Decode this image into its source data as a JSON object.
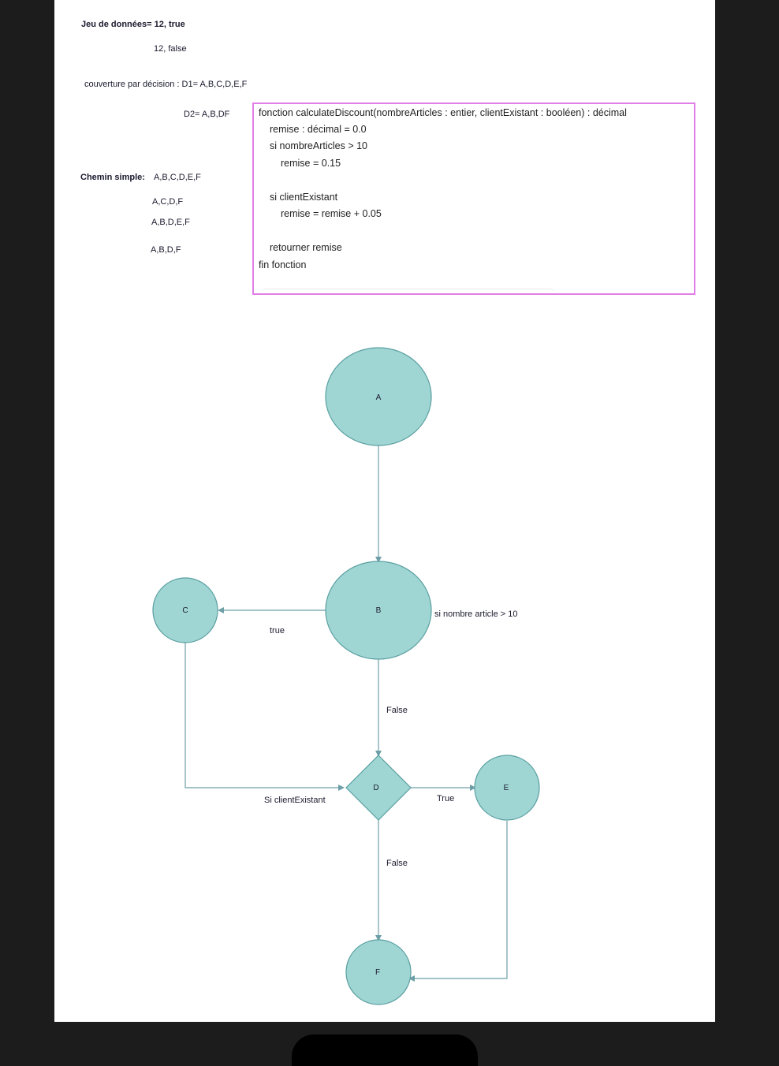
{
  "notes": {
    "dataset_label": "Jeu de données= 12, true",
    "dataset_second": "12, false",
    "decision_coverage_d1": "couverture par décision : D1= A,B,C,D,E,F",
    "decision_coverage_d2": "D2= A,B,DF",
    "simple_path_label": "Chemin simple:",
    "simple_paths": [
      "A,B,C,D,E,F",
      "A,C,D,F",
      "A,B,D,E,F",
      "A,B,D,F"
    ]
  },
  "code": {
    "lines": [
      "fonction calculateDiscount(nombreArticles : entier, clientExistant : booléen) : décimal",
      "remise : décimal = 0.0",
      "si nombreArticles > 10",
      "remise = 0.15",
      "si clientExistant",
      "remise = remise + 0.05",
      "retourner remise",
      "fin fonction"
    ]
  },
  "diagram": {
    "node_color": "#9fd6d4",
    "node_border": "#5a9ea0",
    "edge_color": "#6e9fa6",
    "nodes": {
      "A": "A",
      "B": "B",
      "C": "C",
      "D": "D",
      "E": "E",
      "F": "F"
    },
    "labels": {
      "b_condition": "si nombre article > 10",
      "b_to_c": "true",
      "b_to_d": "False",
      "d_condition": "Si clientExistant",
      "d_to_e": "True",
      "d_to_f": "False"
    }
  }
}
